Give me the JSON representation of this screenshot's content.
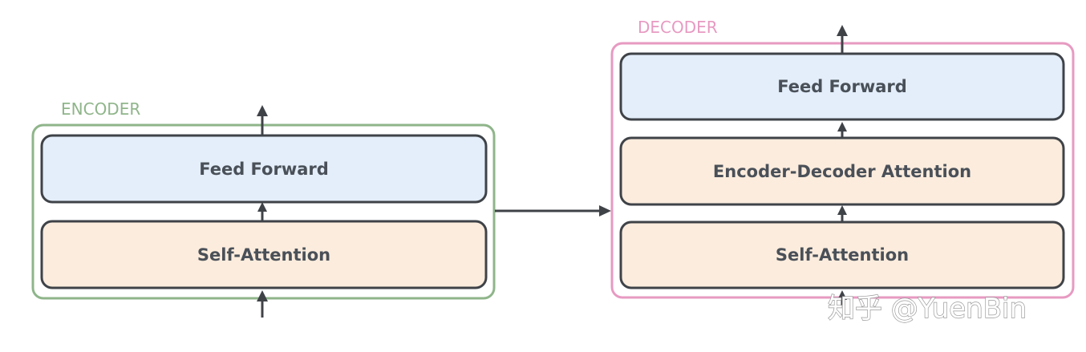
{
  "encoder": {
    "title": "ENCODER",
    "blocks": {
      "feed_forward": "Feed Forward",
      "self_attention": "Self-Attention"
    }
  },
  "decoder": {
    "title": "DECODER",
    "blocks": {
      "feed_forward": "Feed Forward",
      "enc_dec_attention": "Encoder-Decoder Attention",
      "self_attention": "Self-Attention"
    }
  },
  "watermark": "知乎 @YuenBin",
  "colors": {
    "encoder_border": "#8fb58a",
    "decoder_border": "#e79ac2",
    "feed_forward_fill": "#e3eefa",
    "attention_fill": "#fbecdd",
    "block_stroke": "#3f4348",
    "arrow": "#3f4348"
  }
}
